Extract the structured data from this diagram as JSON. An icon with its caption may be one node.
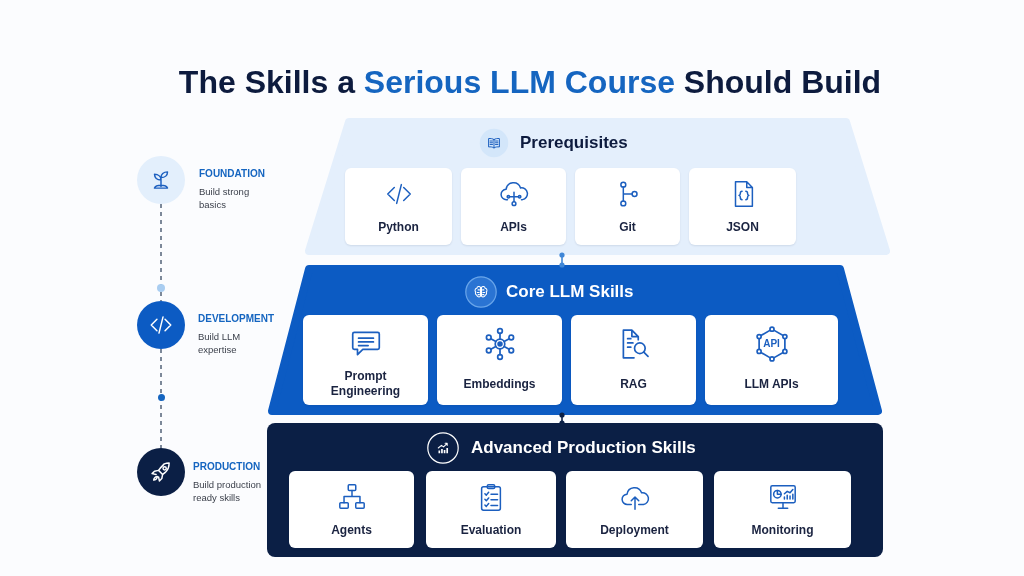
{
  "diagram": {
    "title": "The Skills a **Serious LLM Course** Should Build",
    "nodes": [
      {
        "text": [
          "Prerequisites"
        ]
      },
      {
        "text": [
          "Python"
        ],
        "in": 0
      },
      {
        "text": [
          "APIs"
        ],
        "in": 0
      },
      {
        "text": [
          "Git"
        ],
        "in": 0
      },
      {
        "text": [
          "JSON"
        ],
        "in": 0
      },
      {
        "text": [
          "Core LLM Skills"
        ]
      },
      {
        "text": [
          "Prompt Engineering"
        ],
        "in": 5
      },
      {
        "text": [
          "Embeddings"
        ],
        "in": 5
      },
      {
        "text": [
          "RAG"
        ],
        "in": 5
      },
      {
        "text": [
          "LLM APIs"
        ],
        "in": 5
      },
      {
        "text": [
          "Advanced Production Skills"
        ]
      },
      {
        "text": [
          "Agents"
        ],
        "in": 10
      },
      {
        "text": [
          "Evaluation"
        ],
        "in": 10
      },
      {
        "text": [
          "Deployment"
        ],
        "in": 10
      },
      {
        "text": [
          "Monitoring"
        ],
        "in": 10
      },
      {
        "text": [],
        "shape": "circle",
        "beside": [
          "FOUNDATION",
          "Build strong basics"
        ]
      },
      {
        "text": [],
        "shape": "circle",
        "beside": [
          "DEVELOPMENT",
          "Build LLM expertise"
        ]
      },
      {
        "text": [],
        "shape": "circle",
        "beside": [
          "PRODUCTION",
          "Build production ready skills"
        ]
      }
    ],
    "edges": [
      {
        "from": 0,
        "to": 5,
        "arrow": "other",
        "color": "#3f86d6"
      },
      {
        "from": 5,
        "to": 10,
        "arrow": "other",
        "color": "#0b1f45"
      },
      {
        "from": 15,
        "to": 16,
        "arrow": "none",
        "style": "dashed",
        "color": "#5d6b80"
      },
      {
        "from": 16,
        "to": 17,
        "arrow": "none",
        "style": "dashed",
        "color": "#5d6b80"
      }
    ],
    "labels": [
      "API"
    ]
  }
}
